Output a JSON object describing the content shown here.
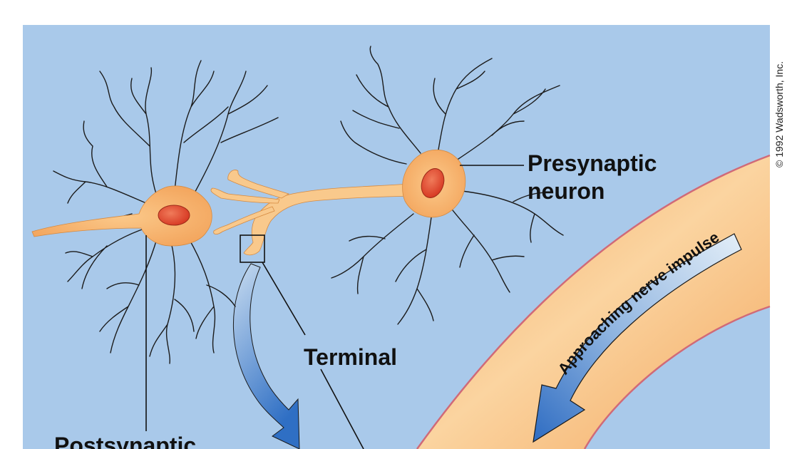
{
  "labels": {
    "presynaptic_line1": "Presynaptic",
    "presynaptic_line2": "neuron",
    "terminal": "Terminal",
    "postsynaptic": "Postsynaptic",
    "approaching": "Approaching nerve impulse"
  },
  "copyright": "© 1992 Wadsworth, Inc.",
  "colors": {
    "background_panel": "#a9c9ea",
    "neuron_fill": "#f6b975",
    "nucleus_fill": "#e0452c",
    "axon_fill": "#f9c98c",
    "membrane": "#d06a78",
    "arrow_dark": "#2f6fc4",
    "arrow_light": "#d7e6f4"
  }
}
